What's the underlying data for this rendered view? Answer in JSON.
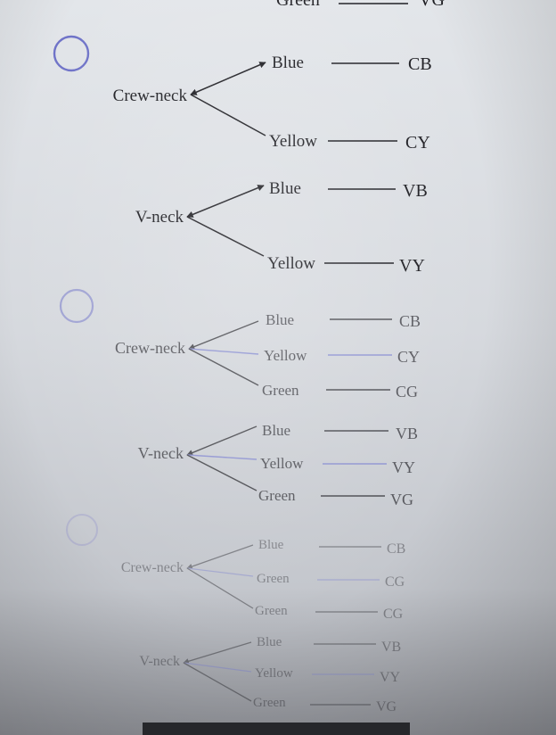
{
  "top_partial": {
    "left": "Green",
    "right": "VG"
  },
  "options": [
    {
      "opacity": 1,
      "trees": [
        {
          "root": "Crew-neck",
          "branches": [
            {
              "label": "Blue",
              "outcome": "CB"
            },
            {
              "label": "Yellow",
              "outcome": "CY"
            }
          ]
        },
        {
          "root": "V-neck",
          "branches": [
            {
              "label": "Blue",
              "outcome": "VB"
            },
            {
              "label": "Yellow",
              "outcome": "VY"
            }
          ]
        }
      ]
    },
    {
      "opacity": 0.72,
      "trees": [
        {
          "root": "Crew-neck",
          "branches": [
            {
              "label": "Blue",
              "outcome": "CB"
            },
            {
              "label": "Yellow",
              "outcome": "CY"
            },
            {
              "label": "Green",
              "outcome": "CG"
            }
          ]
        },
        {
          "root": "V-neck",
          "branches": [
            {
              "label": "Blue",
              "outcome": "VB"
            },
            {
              "label": "Yellow",
              "outcome": "VY"
            },
            {
              "label": "Green",
              "outcome": "VG"
            }
          ]
        }
      ]
    },
    {
      "opacity": 0.42,
      "trees": [
        {
          "root": "Crew-neck",
          "branches": [
            {
              "label": "Blue",
              "outcome": "CB"
            },
            {
              "label": "Green",
              "outcome": "CG"
            },
            {
              "label": "Green",
              "outcome": "CG"
            }
          ]
        },
        {
          "root": "V-neck",
          "branches": [
            {
              "label": "Blue",
              "outcome": "VB"
            },
            {
              "label": "Yellow",
              "outcome": "VY"
            },
            {
              "label": "Green",
              "outcome": "VG"
            }
          ]
        }
      ]
    }
  ],
  "colors": {
    "ink": "#1d1d22",
    "radio_ring": "#6f73c8",
    "accent_line": "#7a7fd0"
  }
}
